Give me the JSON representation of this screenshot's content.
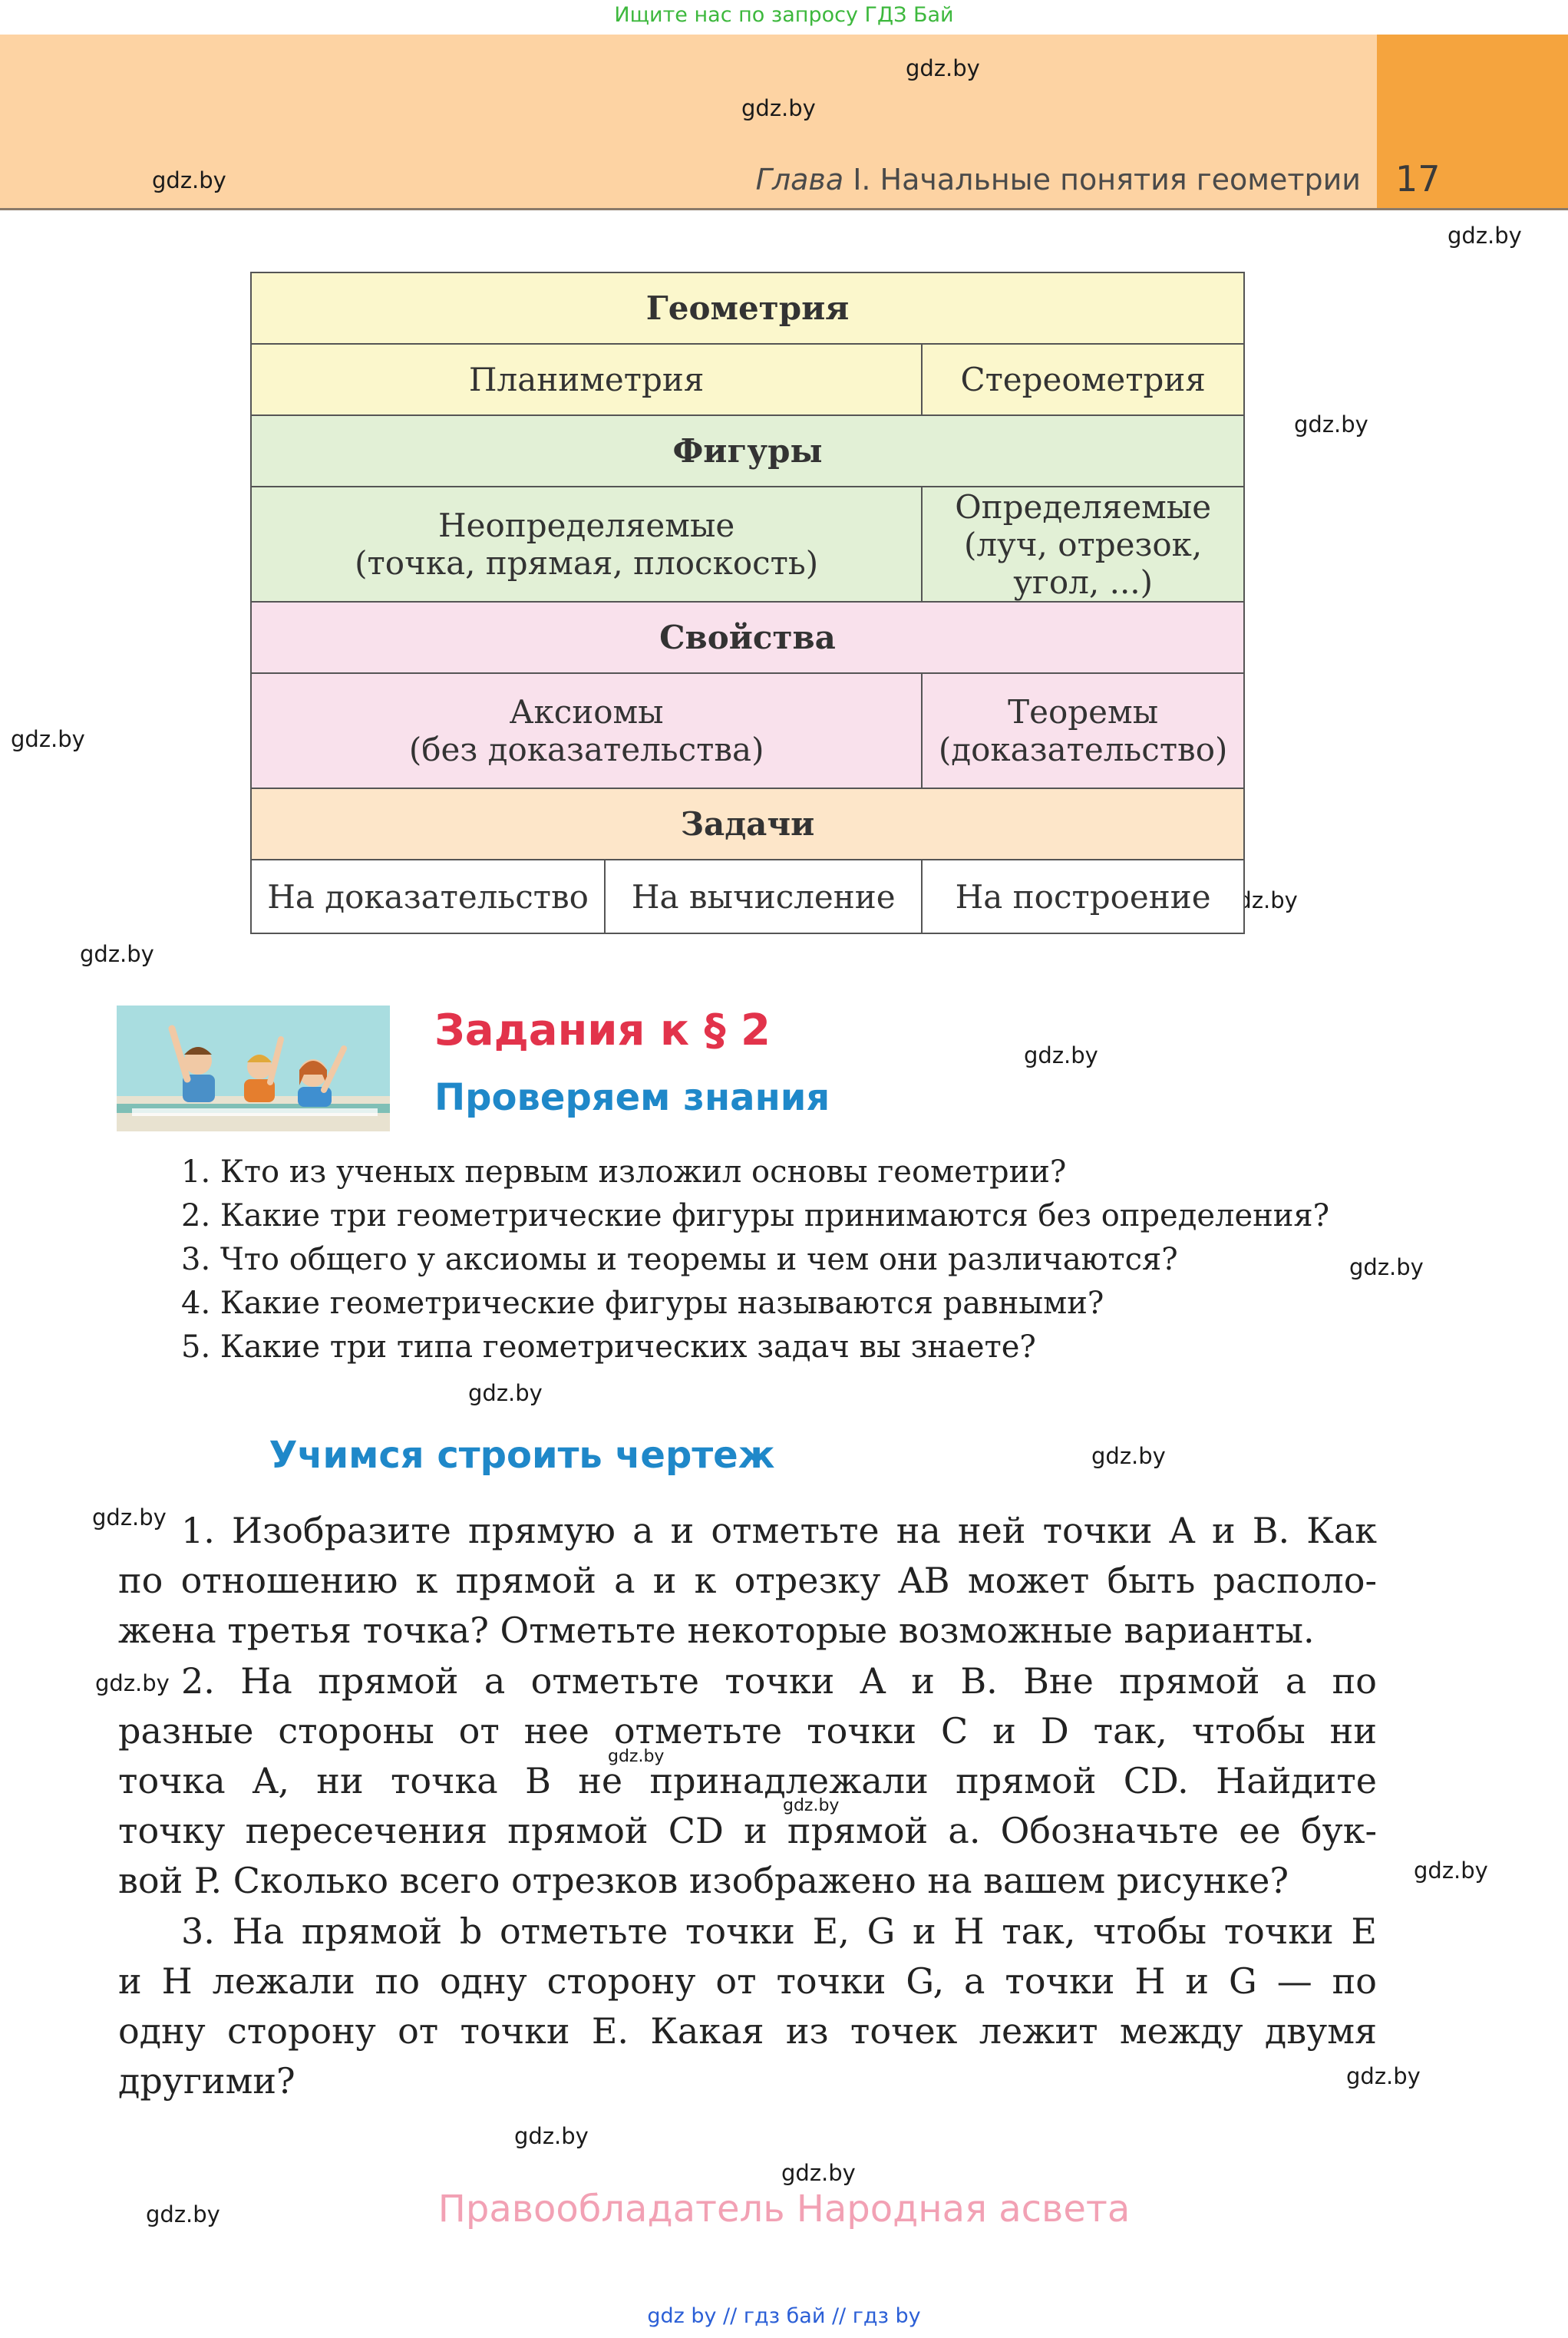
{
  "top_search": "Ищите нас по запросу ГДЗ Бай",
  "header": {
    "chapter_prefix": "Глава",
    "chapter_rest": " I. Начальные понятия геометрии",
    "page_number": "17"
  },
  "table": {
    "geometry": "Геометрия",
    "planimetry": "Планиметрия",
    "stereometry": "Стереометрия",
    "figures": "Фигуры",
    "undefined_1": "Неопределяемые",
    "undefined_2": "(точка, прямая, плоскость)",
    "defined_1": "Определяемые",
    "defined_2": "(луч, отрезок, угол, ...)",
    "properties": "Свойства",
    "axioms_1": "Аксиомы",
    "axioms_2": "(без доказательства)",
    "theorems_1": "Теоремы",
    "theorems_2": "(доказательство)",
    "problems": "Задачи",
    "proof": "На доказательство",
    "calc": "На вычисление",
    "construct": "На построение"
  },
  "section": {
    "tasks_title": "Задания к § 2",
    "check_title": "Проверяем знания",
    "questions": [
      "1. Кто из ученых первым изложил основы геометрии?",
      "2. Какие три геометрические фигуры принимаются без определения?",
      "3. Что общего у аксиомы и теоремы и чем они различаются?",
      "4. Какие геометрические фигуры называются равными?",
      "5. Какие три типа геометрических задач вы знаете?"
    ],
    "draw_title": "Учимся строить чертеж"
  },
  "exercises": {
    "e1": [
      "1. Изобразите прямую a и отметьте на ней точки A и B. Как",
      "по отношению к прямой a и к отрезку AB может быть располо-",
      "жена третья точка? Отметьте некоторые возможные варианты."
    ],
    "e2": [
      "2. На прямой a отметьте точки A и B. Вне прямой a по",
      "разные стороны от нее отметьте точки C и D так, чтобы ни",
      "точка A, ни точка B не принадлежали прямой CD. Найдите",
      "точку пересечения прямой CD и прямой a. Обозначьте ее бук-",
      "вой P. Сколько всего отрезков изображено на вашем рисунке?"
    ],
    "e3": [
      "3. На прямой b отметьте точки E, G и H так, чтобы точки E",
      "и H лежали по одну сторону от точки G, а точки H и G — по",
      "одну сторону от точки E. Какая из точек лежит между двумя",
      "другими?"
    ]
  },
  "watermark": "gdz.by",
  "copyright": "Правообладатель Народная асвета",
  "footer_links": "gdz by  //  гдз бай  //  гдз by",
  "colors": {
    "header_band": "#fdd3a3",
    "page_box": "#f5a43e",
    "tasks_title": "#e2334b",
    "blue_title": "#1f88c9",
    "copyright": "#f2a1b4",
    "search_green": "#3db83d"
  }
}
